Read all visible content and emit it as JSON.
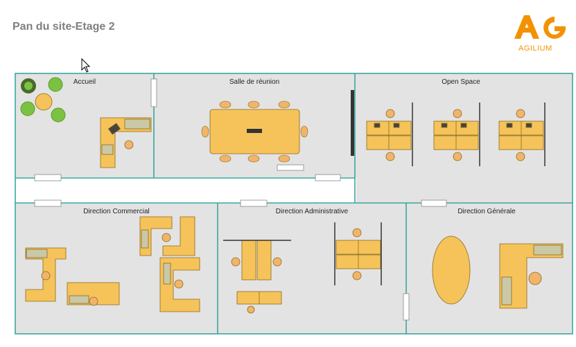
{
  "page": {
    "title": "Pan du site-Etage 2"
  },
  "logo": {
    "letters": "AG",
    "name": "AGILIUM"
  },
  "rooms": {
    "accueil": "Accueil",
    "reunion": "Salle de réunion",
    "open_space": "Open Space",
    "commercial": "Direction Commercial",
    "administrative": "Direction Administrative",
    "generale": "Direction Générale"
  },
  "colors": {
    "wall": "#3aa6a0",
    "floor": "#e3e3e3",
    "desk": "#f6c35a",
    "desk_outline": "#8a6a1c",
    "chair": "#f0b46a",
    "plant": "#7cc242",
    "accent": "#f39200",
    "title": "#7f7f7f"
  },
  "icons": {
    "cursor": "mouse-pointer-icon"
  }
}
